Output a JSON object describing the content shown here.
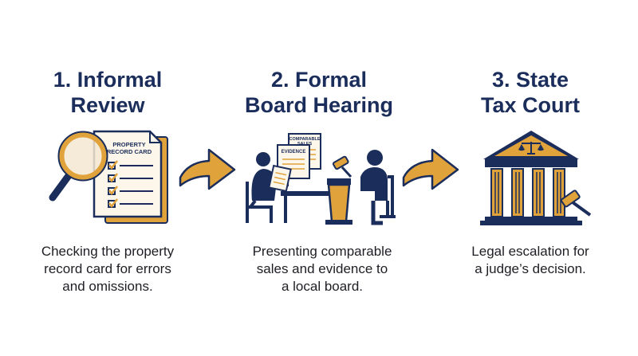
{
  "steps": [
    {
      "title_line1": "1. Informal",
      "title_line2": "Review",
      "desc_line1": "Checking the property",
      "desc_line2": "record card for errors",
      "desc_line3": "and omissions.",
      "card_label_line1": "PROPERTY",
      "card_label_line2": "RECORD CARD"
    },
    {
      "title_line1": "2. Formal",
      "title_line2": "Board Hearing",
      "desc_line1": "Presenting comparable",
      "desc_line2": "sales and evidence to",
      "desc_line3": "a local board.",
      "doc_label_sales_line1": "COMPARABLE",
      "doc_label_sales_line2": "SALES",
      "doc_label_evidence": "EVIDENCE"
    },
    {
      "title_line1": "3. State",
      "title_line2": "Tax Court",
      "desc_line1": "Legal escalation for",
      "desc_line2": "a judge’s decision.",
      "desc_line3": ""
    }
  ],
  "colors": {
    "navy": "#1b2d5b",
    "gold": "#e0a23a",
    "paper": "#fdf6ea"
  },
  "icons": [
    "magnifier-icon",
    "property-card-icon",
    "arrow-right-icon",
    "hearing-icon",
    "gavel-icon",
    "courthouse-icon",
    "scales-icon"
  ]
}
